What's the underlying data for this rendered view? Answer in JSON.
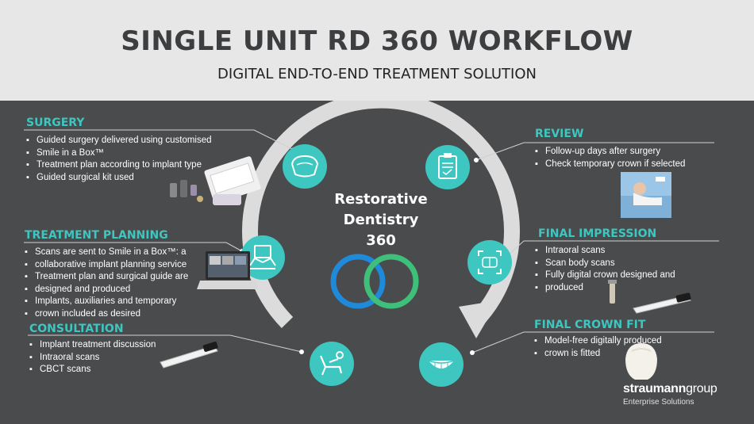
{
  "header": {
    "title": "SINGLE UNIT RD 360 WORKFLOW",
    "subtitle": "DIGITAL END-TO-END TREATMENT SOLUTION"
  },
  "center": {
    "line1": "Restorative",
    "line2": "Dentistry",
    "line3": "360"
  },
  "sections": {
    "surgery": {
      "title": "SURGERY",
      "items": [
        "Guided surgery delivered using customised",
        "Smile in a Box™",
        "Treatment plan according to implant type",
        "Guided surgical kit used"
      ]
    },
    "treatment_planning": {
      "title": "TREATMENT PLANNING",
      "items": [
        "Scans are sent to Smile in a Box™: a",
        "collaborative implant planning service",
        "Treatment plan and surgical guide are",
        "designed and produced",
        "Implants, auxiliaries and temporary",
        "crown included as desired"
      ]
    },
    "consultation": {
      "title": "CONSULTATION",
      "items": [
        "Implant treatment discussion",
        "Intraoral scans",
        "CBCT scans"
      ]
    },
    "review": {
      "title": "REVIEW",
      "items": [
        "Follow-up days after surgery",
        "Check temporary crown if selected"
      ]
    },
    "final_impression": {
      "title": "FINAL IMPRESSION",
      "items": [
        "Intraoral scans",
        "Scan body scans",
        "Fully digital crown designed and",
        "produced"
      ]
    },
    "final_crown_fit": {
      "title": "FINAL CROWN FIT",
      "items": [
        "Model-free digitally produced",
        "crown is fitted"
      ]
    }
  },
  "brand": {
    "name_bold": "straumann",
    "name_light": "group",
    "tagline": "Enterprise Solutions"
  },
  "colors": {
    "accent": "#3ec6c0",
    "ring_blue": "#1f8ad9",
    "ring_green": "#3ec07a",
    "background": "#4a4b4d",
    "header_bg": "#e7e7e8",
    "arc": "#dcdcdc"
  },
  "icons": [
    "aligner-icon",
    "clipboard-icon",
    "collaboration-icon",
    "scan-frame-icon",
    "dental-chair-icon",
    "smile-icon"
  ]
}
